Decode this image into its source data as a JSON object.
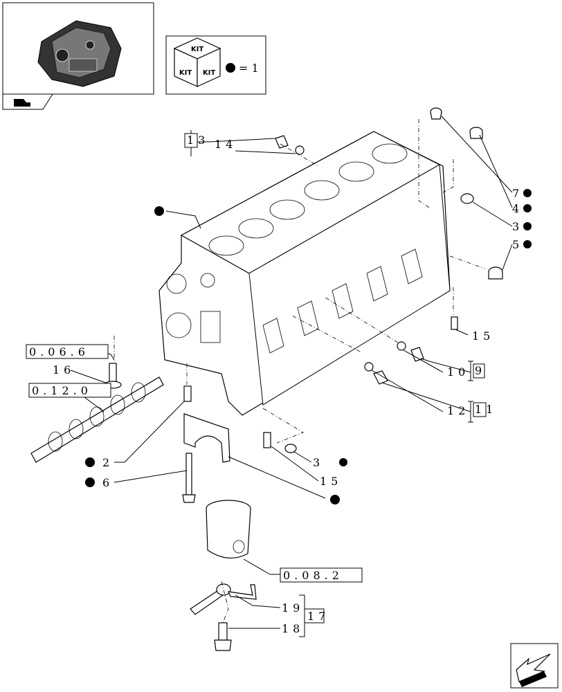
{
  "kit_legend": {
    "badge": "KIT",
    "equals": "= 1"
  },
  "callouts": {
    "c13": "13",
    "c14": "14",
    "c7": "7",
    "c4": "4",
    "c3a": "3",
    "c5": "5",
    "c15a": "15",
    "c10": "10",
    "c9": "9",
    "c12": "12",
    "c11": "11",
    "ref_066": "0.06.6",
    "c16": "16",
    "ref_012": "0.12.0",
    "c2": "2",
    "c6": "6",
    "c3b": "3",
    "c15b": "15",
    "ref_082": "0.08.2",
    "c19": "19",
    "c18": "18",
    "c17": "17"
  }
}
